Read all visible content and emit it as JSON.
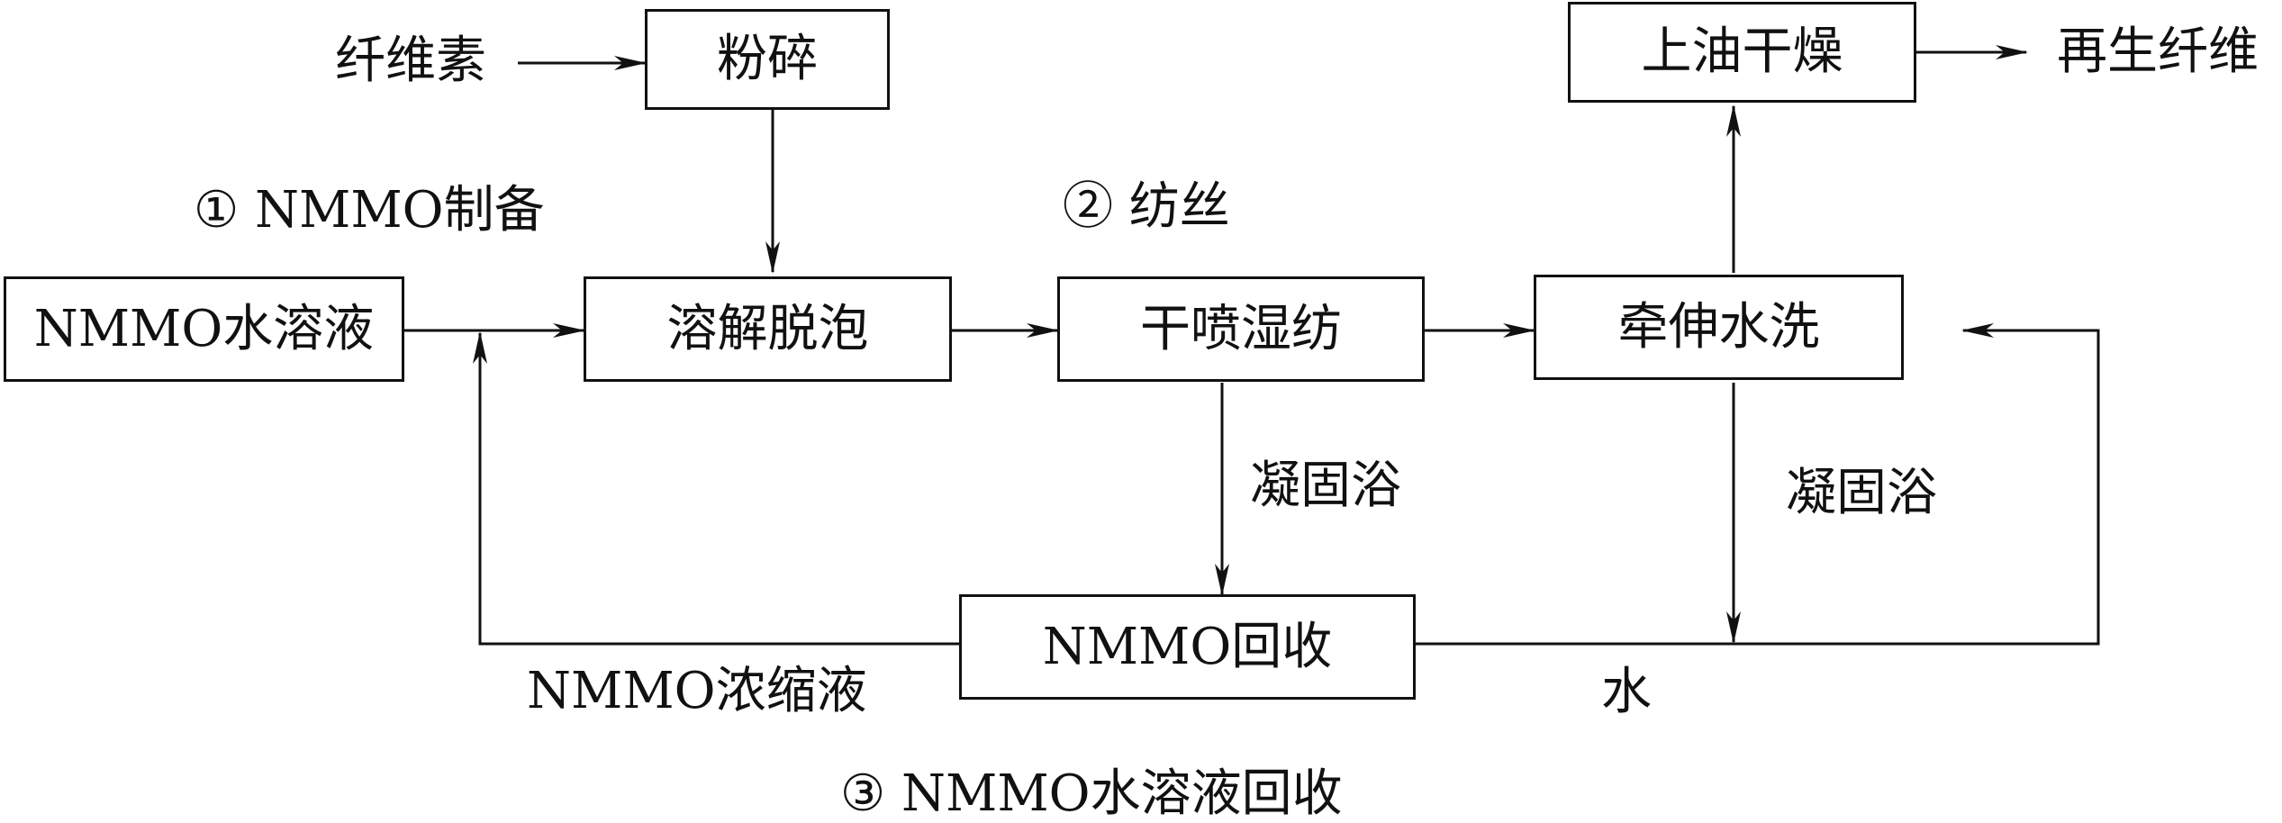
{
  "boxes": {
    "crush": "粉碎",
    "nmmo_solution": "NMMO水溶液",
    "dissolve_defoam": "溶解脱泡",
    "dry_jet_wet_spin": "干喷湿纺",
    "stretch_wash": "牵伸水洗",
    "oil_dry": "上油干燥",
    "nmmo_recovery": "NMMO回收"
  },
  "labels": {
    "cellulose": "纤维素",
    "regenerated_fiber": "再生纤维",
    "step1": "① NMMO制备",
    "step2": "② 纺丝",
    "step3": "③ NMMO水溶液回收",
    "coag_bath_1": "凝固浴",
    "coag_bath_2": "凝固浴",
    "concentrate": "NMMO浓缩液",
    "water": "水"
  }
}
